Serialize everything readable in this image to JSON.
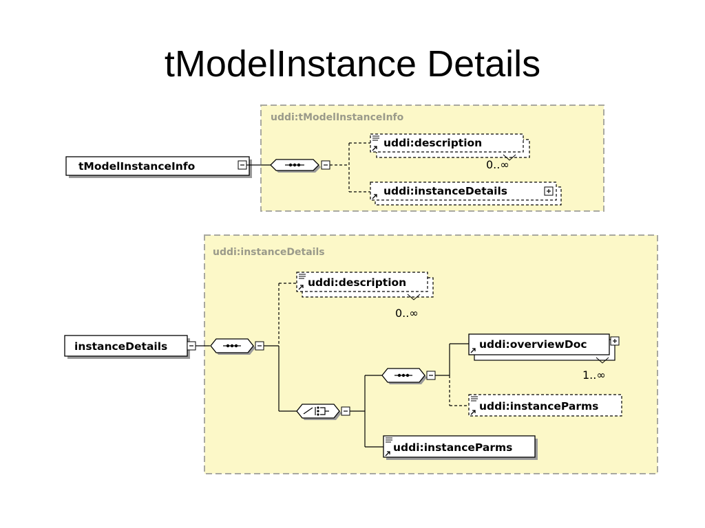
{
  "title": "tModelInstance Details",
  "colors": {
    "group_fill": "#fcf8c8",
    "group_border": "#a8a8a0",
    "connector": "#000000",
    "box_shadow": "#9a9a9a",
    "box_fill": "#ffffff"
  },
  "diagram1": {
    "group_label": "uddi:tModelInstanceInfo",
    "root": "tModelInstanceInfo",
    "compositor": "sequence",
    "children": [
      {
        "label": "uddi:description",
        "optional": true,
        "cardinality": "0..∞"
      },
      {
        "label": "uddi:instanceDetails",
        "optional": true,
        "expandable": true
      }
    ]
  },
  "diagram2": {
    "group_label": "uddi:instanceDetails",
    "root": "instanceDetails",
    "compositor": "sequence",
    "description": {
      "label": "uddi:description",
      "optional": true,
      "cardinality": "0..∞"
    },
    "choice": {
      "compositor": "choice",
      "sequence": {
        "compositor": "sequence",
        "overview": {
          "label": "uddi:overviewDoc",
          "cardinality": "1..∞",
          "expandable": true
        },
        "params_optional": {
          "label": "uddi:instanceParms",
          "optional": true
        }
      },
      "params_required": {
        "label": "uddi:instanceParms"
      }
    }
  }
}
